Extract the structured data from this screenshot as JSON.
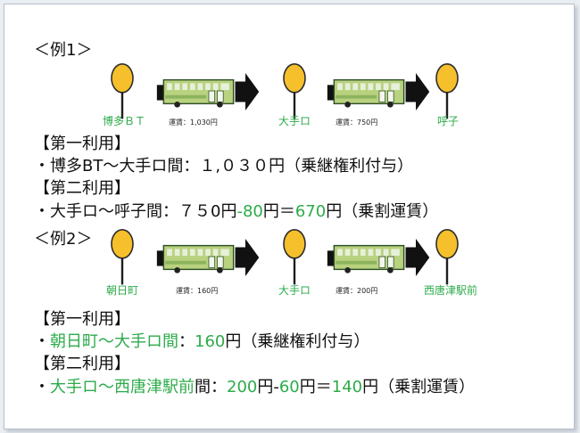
{
  "example1": {
    "heading": "＜例1＞",
    "stations": [
      "博多ＢＴ",
      "大手ロ",
      "呼子"
    ],
    "fares": [
      "運賃：1,030円",
      "運賃：750円"
    ],
    "first_use": {
      "heading": "【第一利用】",
      "bullet": "・",
      "line": "博多BT～大手ロ間：１,０３０円（乗継権利付与）"
    },
    "second_use": {
      "heading": "【第二利用】",
      "bullet": "・",
      "line_start": "大手ロ～呼子間：７５0円",
      "minus": "-",
      "discount": "80",
      "yen1": "円＝",
      "result": "670",
      "line_end": "円（乗割運賃）"
    }
  },
  "example2": {
    "heading": "＜例2＞",
    "stations": [
      "朝日町",
      "大手ロ",
      "西唐津駅前"
    ],
    "fares": [
      "運賃：160円",
      "運賃：200円"
    ],
    "first_use": {
      "heading": "【第一利用】",
      "bullet": "・",
      "route": "朝日町～大手ロ間",
      "colon": "：",
      "fare": "160",
      "line_end": "円（乗継権利付与）"
    },
    "second_use": {
      "heading": "【第二利用】",
      "bullet": "・",
      "route_a": "大手ロ～西唐津駅前",
      "route_b": "間：",
      "fare": "200",
      "yen_minus": "円-",
      "discount": "60",
      "yen_eq": "円＝",
      "result": "140",
      "line_end": "円（乗割運賃）"
    }
  },
  "colors": {
    "accent_green": "#2dab4a",
    "bus_body": "#b8d27f",
    "stop_sign": "#f6bf2c",
    "text": "#111111"
  }
}
